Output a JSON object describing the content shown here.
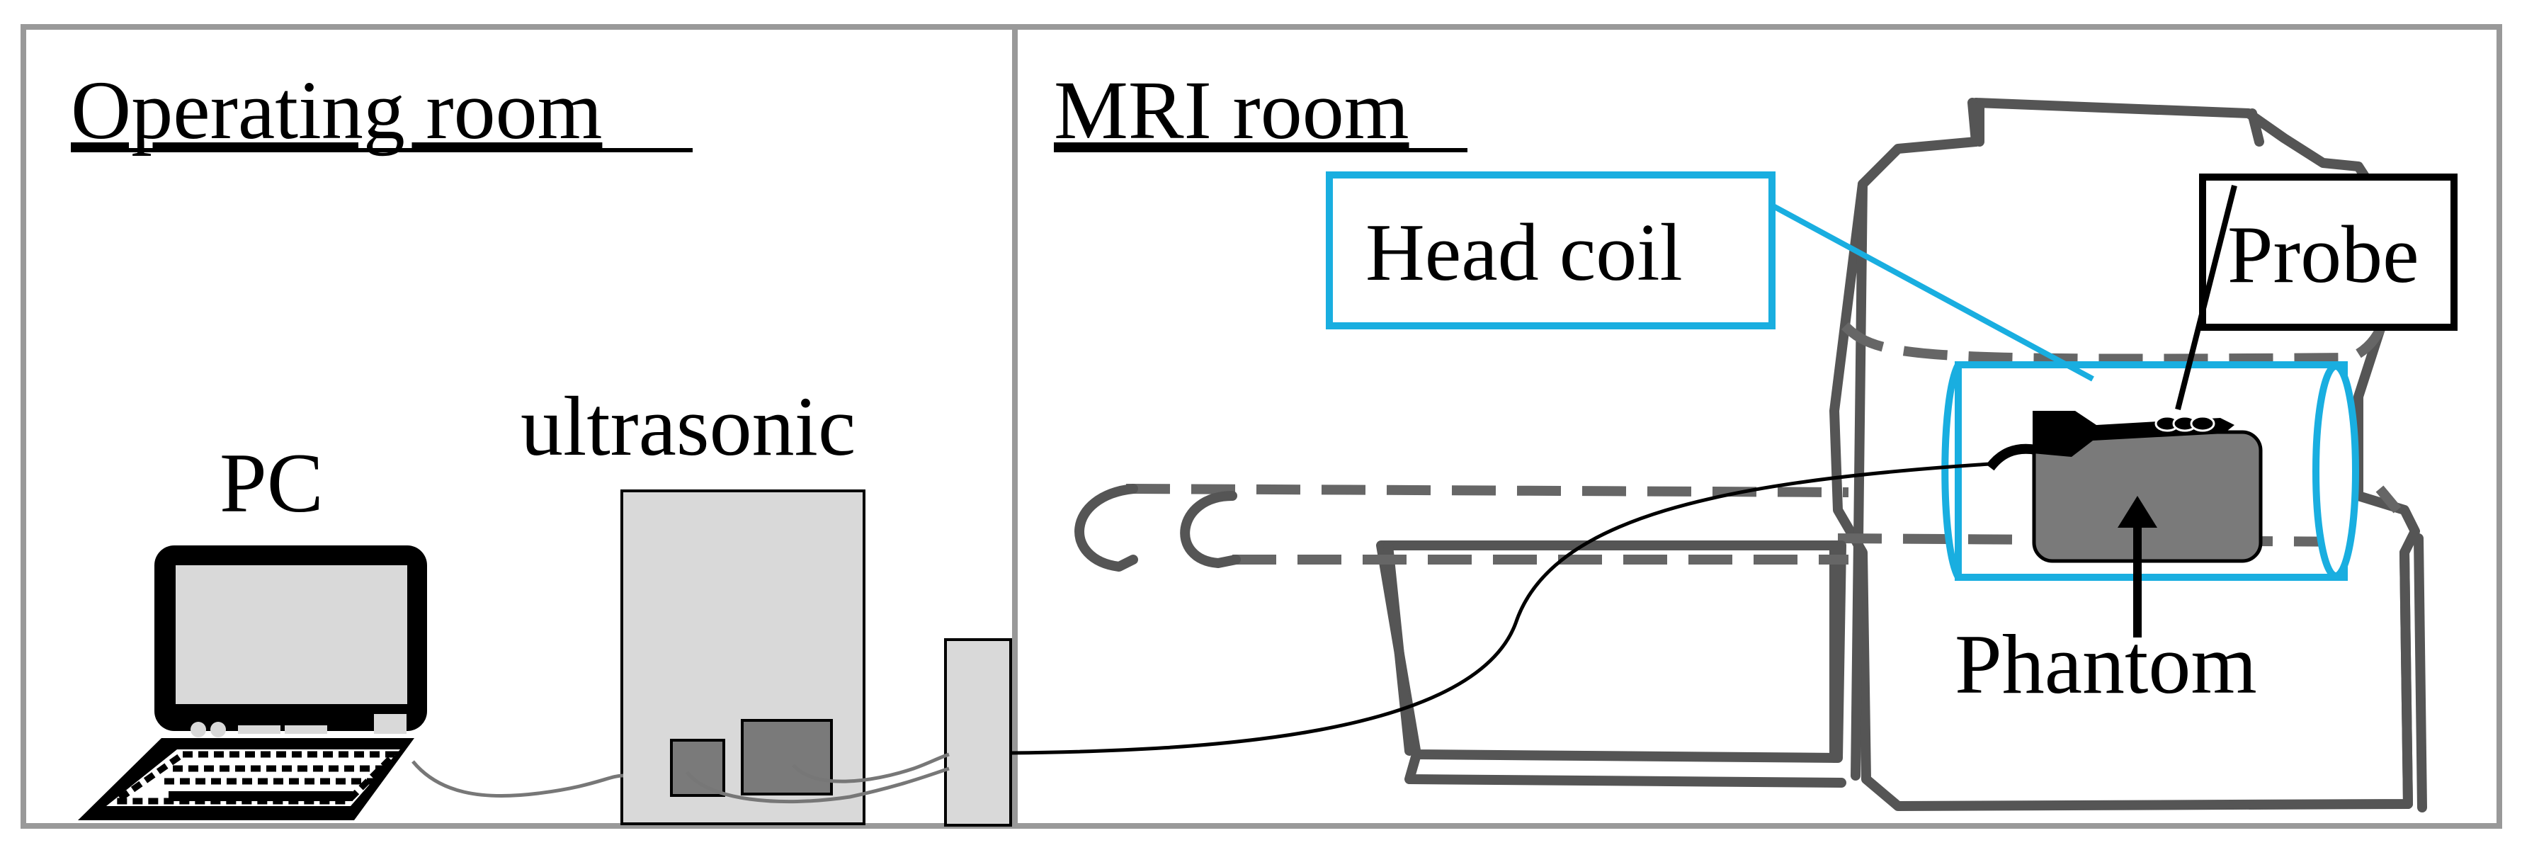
{
  "rooms": {
    "operating_room": "Operating room",
    "mri_room": "MRI room"
  },
  "labels": {
    "pc": "PC",
    "ultrasonic": "ultrasonic",
    "head_coil": "Head coil",
    "probe": "Probe",
    "phantom": "Phantom"
  },
  "colors": {
    "head_coil": "#19aee0",
    "probe": "#000000",
    "phantom": "#7a7a7a",
    "equipment": "#d9d9d9",
    "scanner_outline": "#555555"
  }
}
